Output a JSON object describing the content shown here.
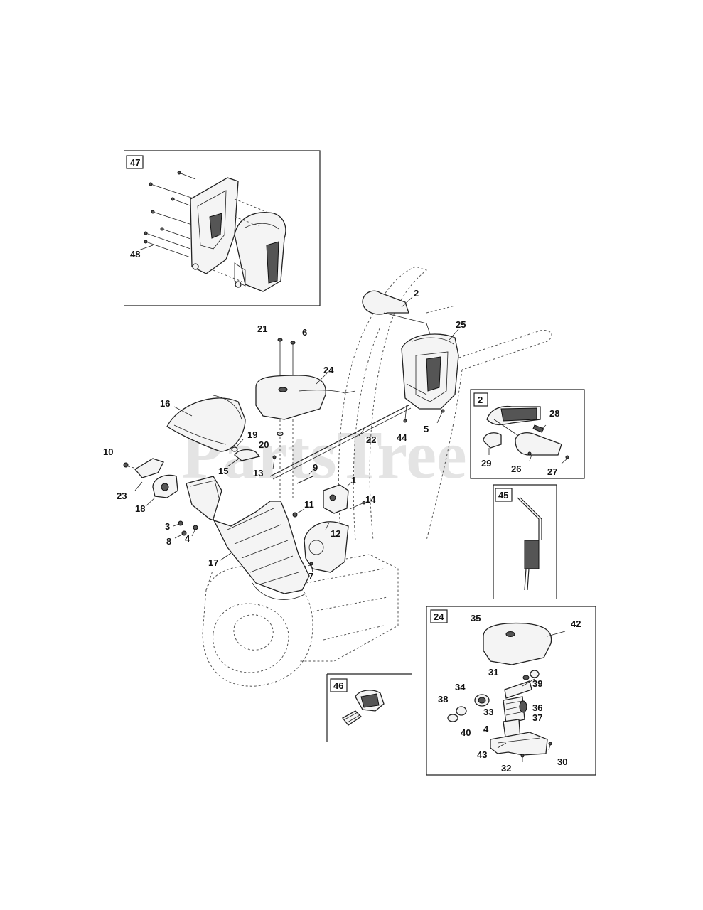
{
  "watermark": "PartsTree",
  "insets": {
    "i47": "47",
    "i2": "2",
    "i45": "45",
    "i24": "24",
    "i46": "46"
  },
  "callouts": {
    "c48": "48",
    "c2": "2",
    "c25": "25",
    "c21": "21",
    "c6": "6",
    "c24": "24",
    "c16": "16",
    "c19": "19",
    "c20": "20",
    "c22": "22",
    "c44": "44",
    "c5": "5",
    "c10": "10",
    "c15": "15",
    "c13": "13",
    "c9": "9",
    "c1": "1",
    "c23": "23",
    "c18": "18",
    "c11": "11",
    "c14": "14",
    "c12": "12",
    "c3": "3",
    "c8": "8",
    "c4": "4",
    "c17": "17",
    "c7": "7",
    "b2_28": "28",
    "b2_29": "29",
    "b2_26": "26",
    "b2_27": "27",
    "b24_35": "35",
    "b24_42": "42",
    "b24_31": "31",
    "b24_34": "34",
    "b24_39": "39",
    "b24_38": "38",
    "b24_33": "33",
    "b24_36": "36",
    "b24_37": "37",
    "b24_4": "4",
    "b24_40": "40",
    "b24_43": "43",
    "b24_32": "32",
    "b24_30": "30"
  }
}
